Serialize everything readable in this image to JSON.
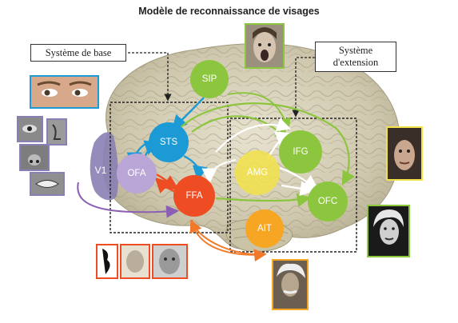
{
  "title": "Modèle de reconnaissance de visages",
  "labels": {
    "base": "Système de base",
    "ext_line1": "Système",
    "ext_line2": "d'extension"
  },
  "nodes": {
    "sip": "SIP",
    "sts": "STS",
    "ofa": "OFA",
    "ffa": "FFA",
    "amg": "AMG",
    "ifg": "IFG",
    "ofc": "OFC",
    "ait": "AIT",
    "v1": "V1"
  },
  "colors": {
    "sip": "#8cc63f",
    "sts": "#1b9ad6",
    "ofa": "#b9a5d6",
    "ffa": "#ee4d23",
    "amg": "#f2e24a",
    "ifg": "#8cc63f",
    "ofc": "#8cc63f",
    "ait": "#f6a623",
    "v1": "#8a7fb4"
  }
}
